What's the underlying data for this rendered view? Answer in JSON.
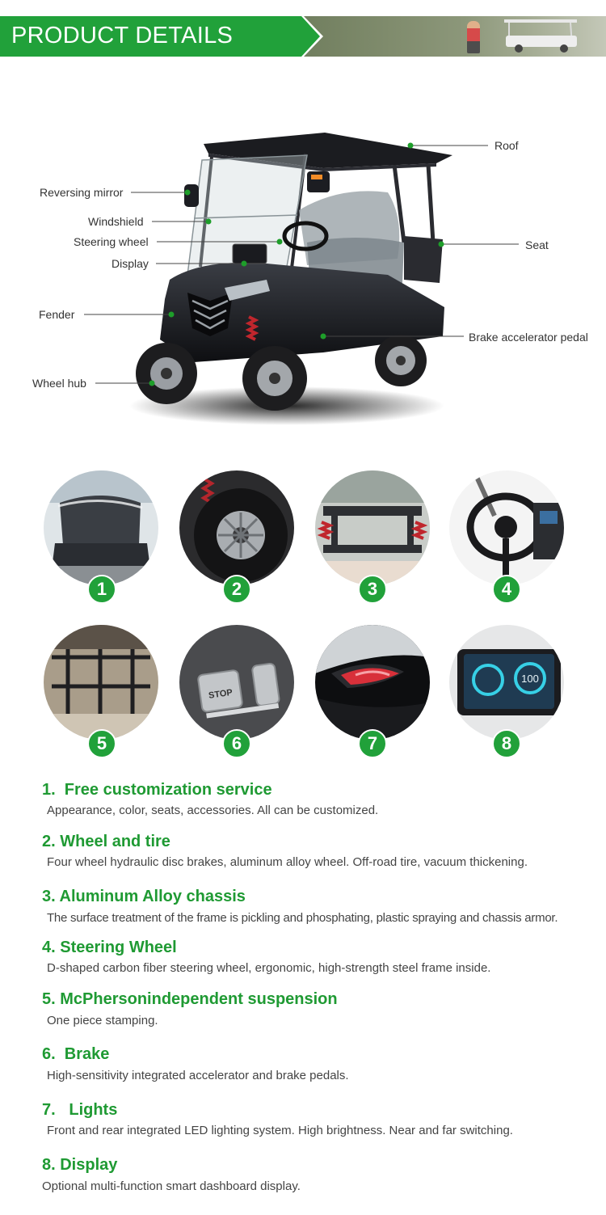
{
  "header": {
    "title": "PRODUCT DETAILS"
  },
  "diagram": {
    "callouts": {
      "roof": "Roof",
      "reversing_mirror": "Reversing mirror",
      "windshield": "Windshield",
      "steering_wheel": "Steering wheel",
      "display": "Display",
      "seat": "Seat",
      "fender": "Fender",
      "brake_accelerator_pedal": "Brake accelerator pedal",
      "wheel_hub": "Wheel hub"
    }
  },
  "thumbnails": [
    {
      "number": "1",
      "subject": "seat-photo"
    },
    {
      "number": "2",
      "subject": "tire-photo"
    },
    {
      "number": "3",
      "subject": "chassis-photo"
    },
    {
      "number": "4",
      "subject": "steering-wheel-photo"
    },
    {
      "number": "5",
      "subject": "suspension-photo"
    },
    {
      "number": "6",
      "subject": "pedals-photo",
      "pedal_label": "STOP"
    },
    {
      "number": "7",
      "subject": "light-photo"
    },
    {
      "number": "8",
      "subject": "display-photo",
      "screen_reading": "100"
    }
  ],
  "features": [
    {
      "title": "1.  Free customization service",
      "description": "Appearance, color, seats, accessories. All can be customized."
    },
    {
      "title": "2. Wheel and tire",
      "description": "Four wheel hydraulic disc brakes, aluminum alloy wheel. Off-road tire, vacuum thickening."
    },
    {
      "title": "3. Aluminum Alloy chassis",
      "description": "The surface treatment of the frame is pickling and phosphating, plastic spraying and chassis armor."
    },
    {
      "title": "4. Steering Wheel",
      "description": "D-shaped carbon fiber steering wheel, ergonomic, high-strength steel frame inside."
    },
    {
      "title": "5. McPhersonindependent suspension",
      "description": "One piece stamping."
    },
    {
      "title": "6.  Brake",
      "description": "High-sensitivity integrated accelerator and brake pedals."
    },
    {
      "title": "7.   Lights",
      "description": "Front and rear integrated LED lighting system. High brightness. Near and far switching."
    },
    {
      "title": "8. Display",
      "description": "Optional multi-function smart dashboard display."
    }
  ],
  "colors": {
    "accent_green": "#21a13a",
    "title_green": "#1f9a33",
    "dot_green": "#1e9e2a"
  }
}
